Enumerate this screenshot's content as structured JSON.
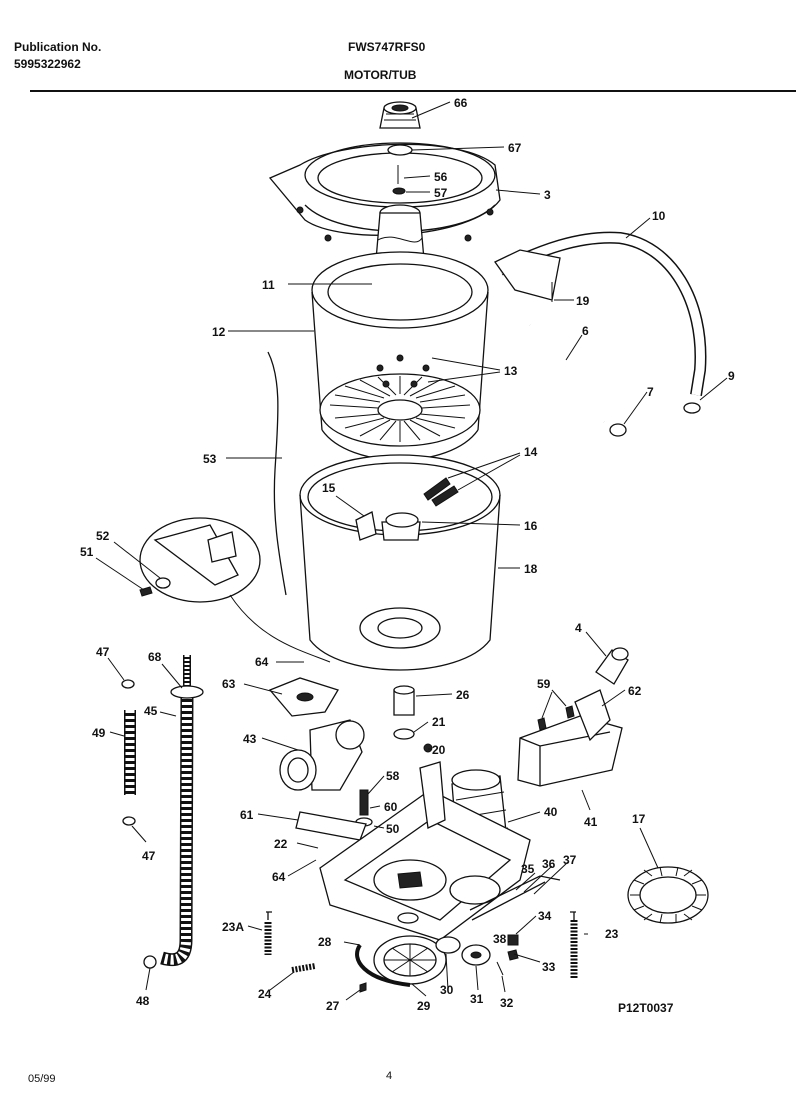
{
  "header": {
    "publication_label": "Publication No.",
    "publication_number": "5995322962",
    "model": "FWS747RFS0",
    "section": "MOTOR/TUB"
  },
  "diagram_code": "P12T0037",
  "footer": {
    "date": "05/99",
    "page": "4"
  },
  "callouts": [
    "66",
    "67",
    "56",
    "57",
    "3",
    "10",
    "11",
    "19",
    "12",
    "6",
    "13",
    "9",
    "7",
    "53",
    "14",
    "15",
    "16",
    "52",
    "51",
    "18",
    "4",
    "47",
    "68",
    "64",
    "63",
    "26",
    "59",
    "62",
    "49",
    "45",
    "21",
    "43",
    "20",
    "58",
    "60",
    "40",
    "61",
    "50",
    "41",
    "17",
    "22",
    "35",
    "36",
    "37",
    "64",
    "34",
    "23A",
    "38",
    "23",
    "28",
    "33",
    "24",
    "30",
    "31",
    "32",
    "27",
    "29",
    "48",
    "47"
  ]
}
